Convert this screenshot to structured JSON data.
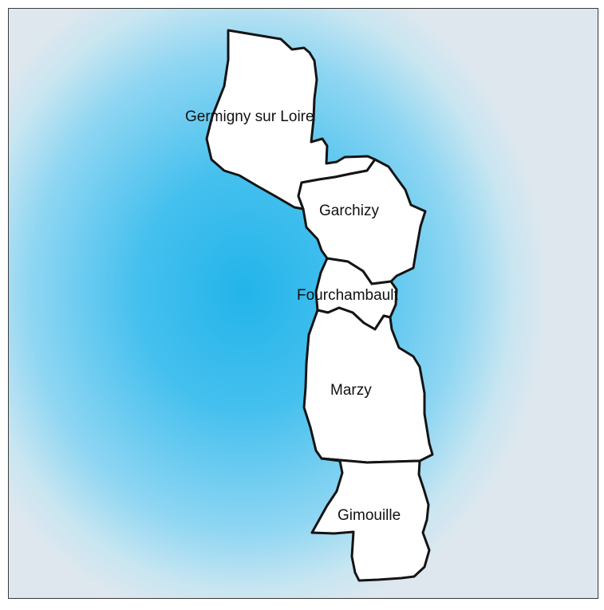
{
  "map": {
    "background_color": "#23b4ea",
    "commune_fill": "#ffffff",
    "commune_stroke": "#141414",
    "communes": [
      {
        "id": "germigny",
        "label": "Germigny sur Loire"
      },
      {
        "id": "garchizy",
        "label": "Garchizy"
      },
      {
        "id": "fourchambault",
        "label": "Fourchambault"
      },
      {
        "id": "marzy",
        "label": "Marzy"
      },
      {
        "id": "gimouille",
        "label": "Gimouille"
      }
    ]
  }
}
